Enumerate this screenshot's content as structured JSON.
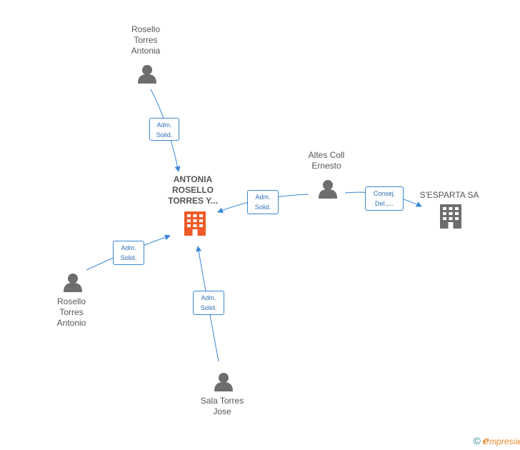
{
  "nodes": {
    "center_company": {
      "lines": [
        "ANTONIA",
        "ROSELLO",
        "TORRES Y..."
      ],
      "color": "#f05a28"
    },
    "rosello_antonia": {
      "lines": [
        "Rosello",
        "Torres",
        "Antonia"
      ]
    },
    "altes_coll": {
      "lines": [
        "Altes Coll",
        "Ernesto"
      ]
    },
    "sesparta": {
      "lines": [
        "S'ESPARTA SA"
      ],
      "color": "#6d6d6d"
    },
    "rosello_antonio": {
      "lines": [
        "Rosello",
        "Torres",
        "Antonio"
      ]
    },
    "sala_torres": {
      "lines": [
        "Sala Torres",
        "Jose"
      ]
    }
  },
  "edges": {
    "antonia_to_center": {
      "lines": [
        "Adm.",
        "Solid."
      ]
    },
    "altes_to_center": {
      "lines": [
        "Adm.",
        "Solid."
      ]
    },
    "altes_to_sesparta": {
      "lines": [
        "Consej.",
        "Del.,..."
      ]
    },
    "antonio_to_center": {
      "lines": [
        "Adm.",
        "Solid."
      ]
    },
    "sala_to_center": {
      "lines": [
        "Adm.",
        "Solid."
      ]
    }
  },
  "colors": {
    "edge": "#3a87d6",
    "person": "#6d6d6d"
  },
  "footer": {
    "copyright": "©",
    "brand_initial": "e",
    "brand_rest": "mpresia"
  }
}
